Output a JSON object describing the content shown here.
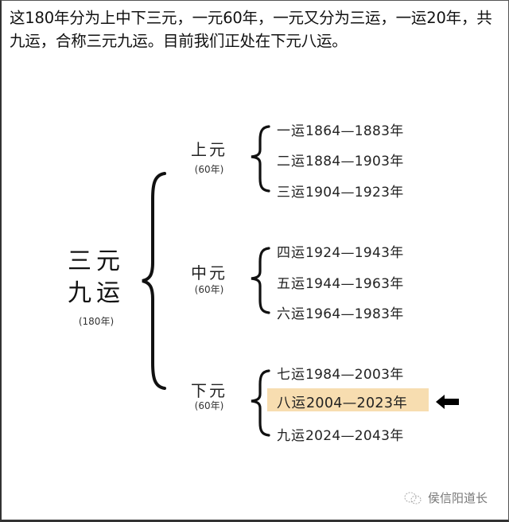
{
  "intro_text": "这180年分为上中下三元，一元60年，一元又分为三运，一运20年，共九运，合称三元九运。目前我们正处在下元八运。",
  "root": {
    "title_line1": "三元",
    "title_line2": "九运",
    "subtitle": "(180年)"
  },
  "groups": [
    {
      "label": "上元",
      "subtitle": "(60年)",
      "items": [
        {
          "name": "一运",
          "range": "1864—1883年"
        },
        {
          "name": "二运",
          "range": "1884—1903年"
        },
        {
          "name": "三运",
          "range": "1904—1923年"
        }
      ]
    },
    {
      "label": "中元",
      "subtitle": "(60年)",
      "items": [
        {
          "name": "四运",
          "range": "1924—1943年"
        },
        {
          "name": "五运",
          "range": "1944—1963年"
        },
        {
          "name": "六运",
          "range": "1964—1983年"
        }
      ]
    },
    {
      "label": "下元",
      "subtitle": "(60年)",
      "items": [
        {
          "name": "七运",
          "range": "1984—2003年"
        },
        {
          "name": "八运",
          "range": "2004—2023年"
        },
        {
          "name": "九运",
          "range": "2024—2043年"
        }
      ]
    }
  ],
  "current": {
    "group_index": 2,
    "item_index": 1,
    "highlight_color": "#f7ddb0",
    "arrow_icon": "left-arrow-icon"
  },
  "watermark": {
    "icon": "wechat-icon",
    "text": "侯信阳道长"
  }
}
